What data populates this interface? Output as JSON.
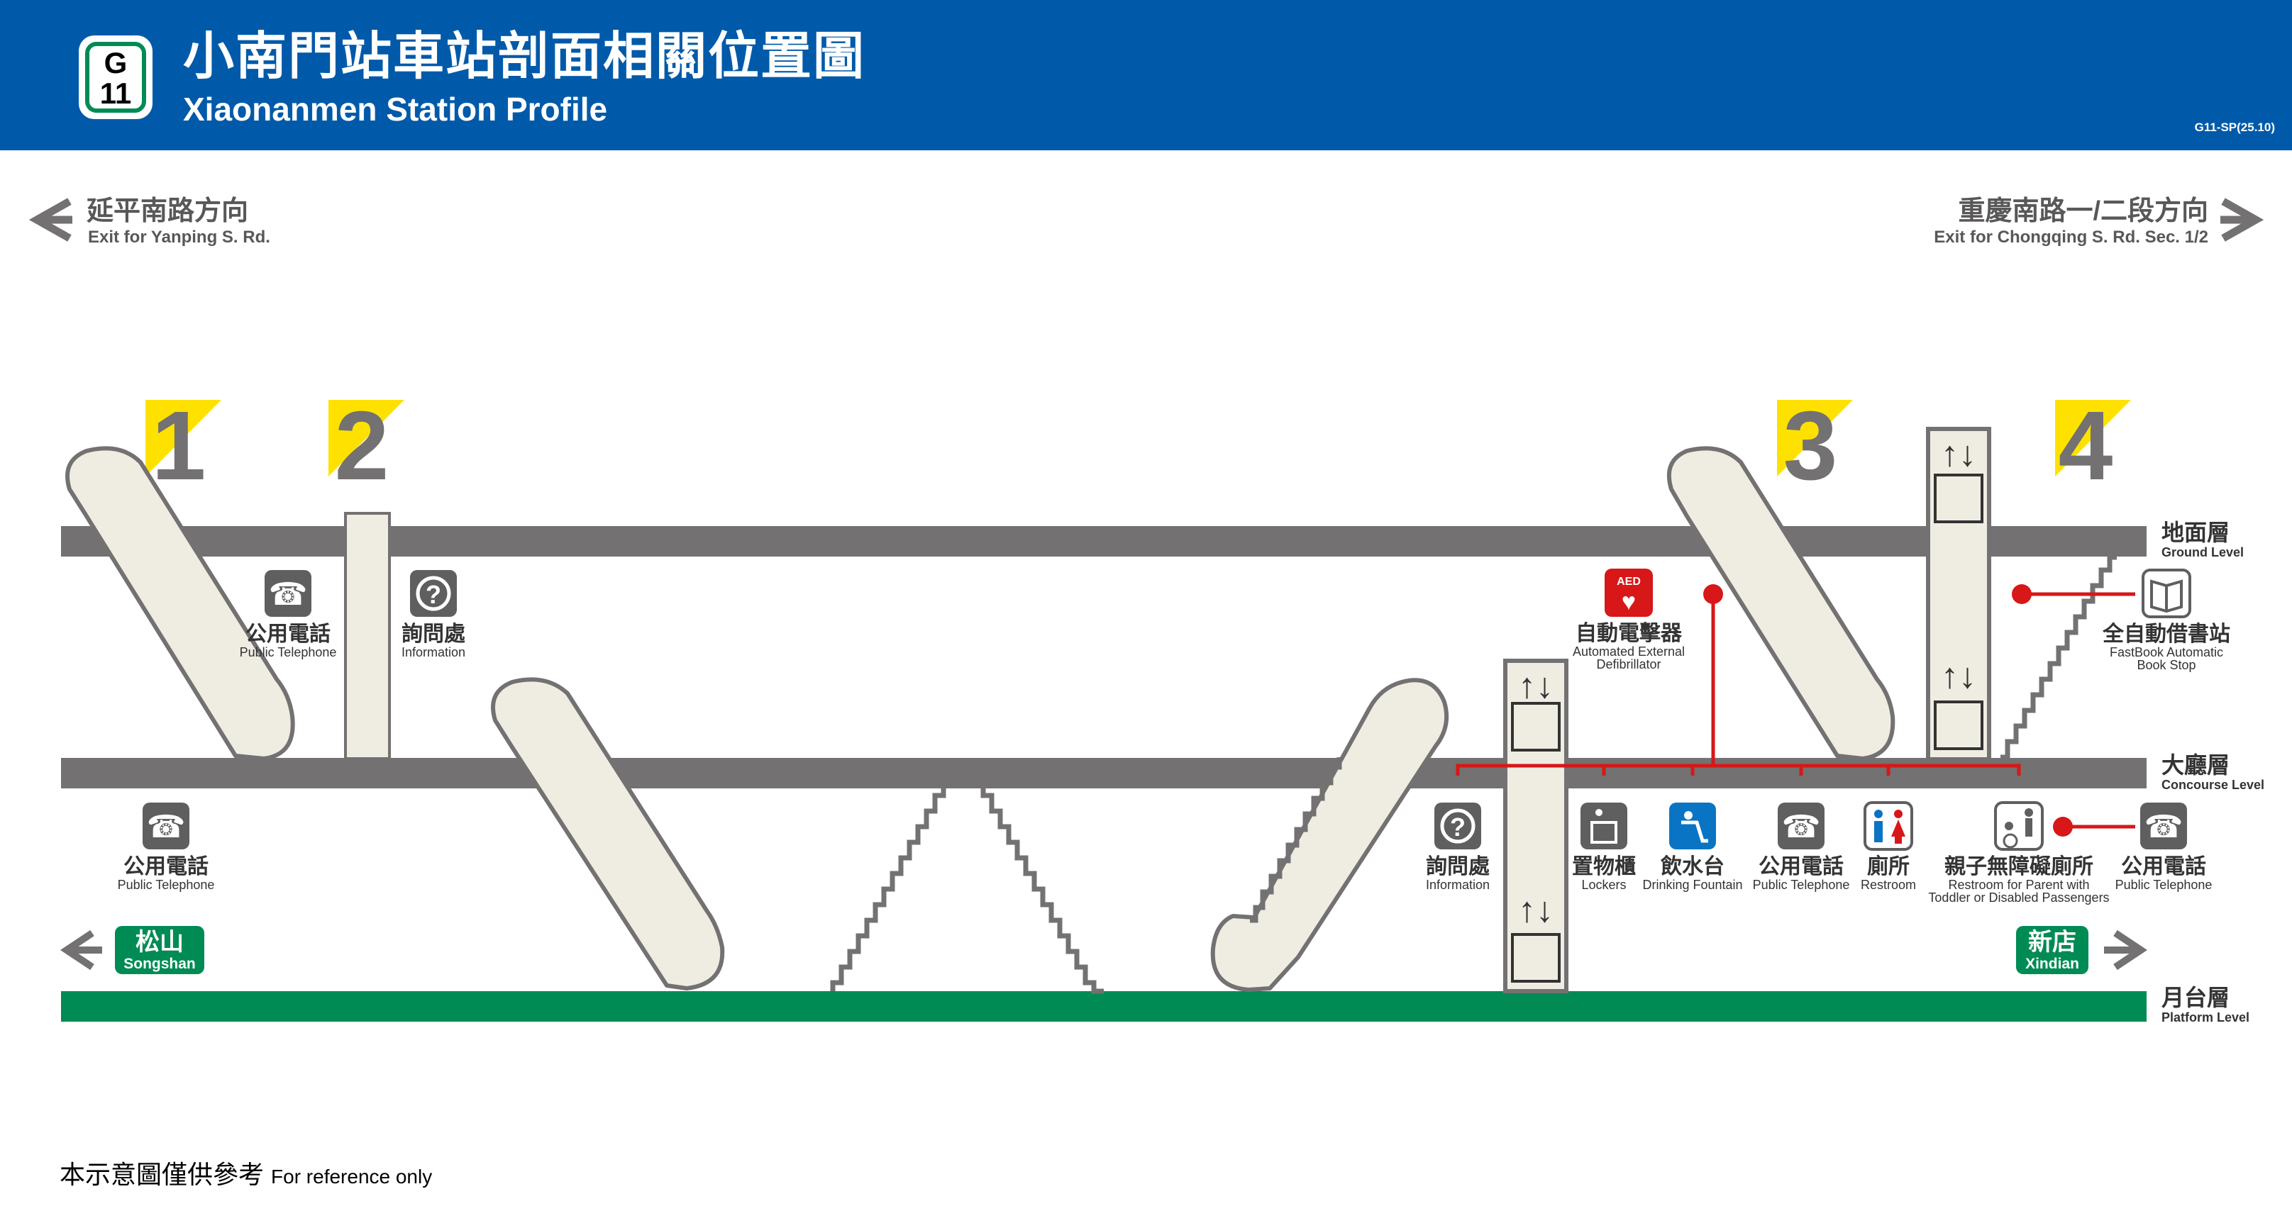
{
  "header": {
    "station_line": "G",
    "station_number": "11",
    "title_zh": "小南門站車站剖面相關位置圖",
    "title_en": "Xiaonanmen Station Profile",
    "version": "G11-SP(25.10)"
  },
  "directions": {
    "left_zh": "延平南路方向",
    "left_en": "Exit for Yanping S. Rd.",
    "right_zh": "重慶南路一/二段方向",
    "right_en": "Exit for Chongqing S. Rd. Sec. 1/2"
  },
  "exits": [
    "1",
    "2",
    "3",
    "4"
  ],
  "levels": {
    "ground_zh": "地面層",
    "ground_en": "Ground Level",
    "concourse_zh": "大廳層",
    "concourse_en": "Concourse Level",
    "platform_zh": "月台層",
    "platform_en": "Platform Level"
  },
  "destinations": {
    "left_zh": "松山",
    "left_en": "Songshan",
    "right_zh": "新店",
    "right_en": "Xindian"
  },
  "facilities": {
    "tel1_zh": "公用電話",
    "tel1_en": "Public Telephone",
    "info1_zh": "詢問處",
    "info1_en": "Information",
    "tel2_zh": "公用電話",
    "tel2_en": "Public Telephone",
    "aed_zh": "自動電擊器",
    "aed_en1": "Automated External",
    "aed_en2": "Defibrillator",
    "aed_badge": "AED",
    "book_zh": "全自動借書站",
    "book_en1": "FastBook Automatic",
    "book_en2": "Book Stop",
    "info2_zh": "詢問處",
    "info2_en": "Information",
    "lockers_zh": "置物櫃",
    "lockers_en": "Lockers",
    "fountain_zh": "飲水台",
    "fountain_en": "Drinking Fountain",
    "tel3_zh": "公用電話",
    "tel3_en": "Public Telephone",
    "restroom_zh": "廁所",
    "restroom_en": "Restroom",
    "family_zh": "親子無障礙廁所",
    "family_en1": "Restroom for Parent with",
    "family_en2": "Toddler or Disabled Passengers",
    "tel4_zh": "公用電話",
    "tel4_en": "Public Telephone"
  },
  "footnote": {
    "zh": "本示意圖僅供參考",
    "en": "For reference only"
  },
  "colors": {
    "header_blue": "#005aa9",
    "line_green": "#008b55",
    "floor_gray": "#737171",
    "escalator_cream": "#efede2",
    "exit_yellow": "#ffe100",
    "connector_red": "#d71718",
    "icon_gray": "#5f5f5f",
    "fountain_blue": "#0a74c4"
  }
}
